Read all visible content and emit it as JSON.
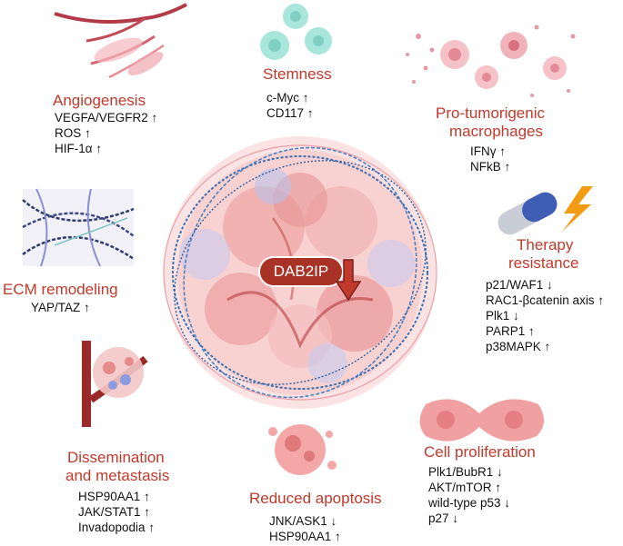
{
  "center": {
    "label": "DAB2IP"
  },
  "angiogenesis": {
    "title": "Angiogenesis",
    "items": [
      "VEGFA/VEGFR2 ↑",
      "ROS ↑",
      "HIF-1α ↑"
    ]
  },
  "stemness": {
    "title": "Stemness",
    "items": [
      "c-Myc ↑",
      "CD117 ↑"
    ]
  },
  "macrophages": {
    "title_line1": "Pro-tumorigenic",
    "title_line2": "macrophages",
    "items": [
      "IFNγ ↑",
      "NFkB ↑"
    ]
  },
  "ecm": {
    "title": "ECM remodeling",
    "items": [
      "YAP/TAZ ↑"
    ]
  },
  "therapy": {
    "title_line1": "Therapy",
    "title_line2": "resistance",
    "items": [
      "p21/WAF1 ↓",
      "RAC1-βcatenin axis ↑",
      "Plk1 ↓",
      "PARP1 ↑",
      "p38MAPK ↑"
    ]
  },
  "dissemination": {
    "title_line1": "Dissemination",
    "title_line2": "and metastasis",
    "items": [
      "HSP90AA1 ↑",
      "JAK/STAT1 ↑",
      "Invadopodia ↑"
    ]
  },
  "apoptosis": {
    "title": "Reduced apoptosis",
    "items": [
      "JNK/ASK1 ↓",
      "HSP90AA1 ↑"
    ]
  },
  "proliferation": {
    "title": "Cell proliferation",
    "items": [
      "Plk1/BubR1 ↓",
      "AKT/mTOR ↑",
      "wild-type p53 ↓",
      "p27 ↓"
    ]
  },
  "colors": {
    "title": "#c0392b",
    "pill": "#a93226",
    "text": "#111111"
  }
}
